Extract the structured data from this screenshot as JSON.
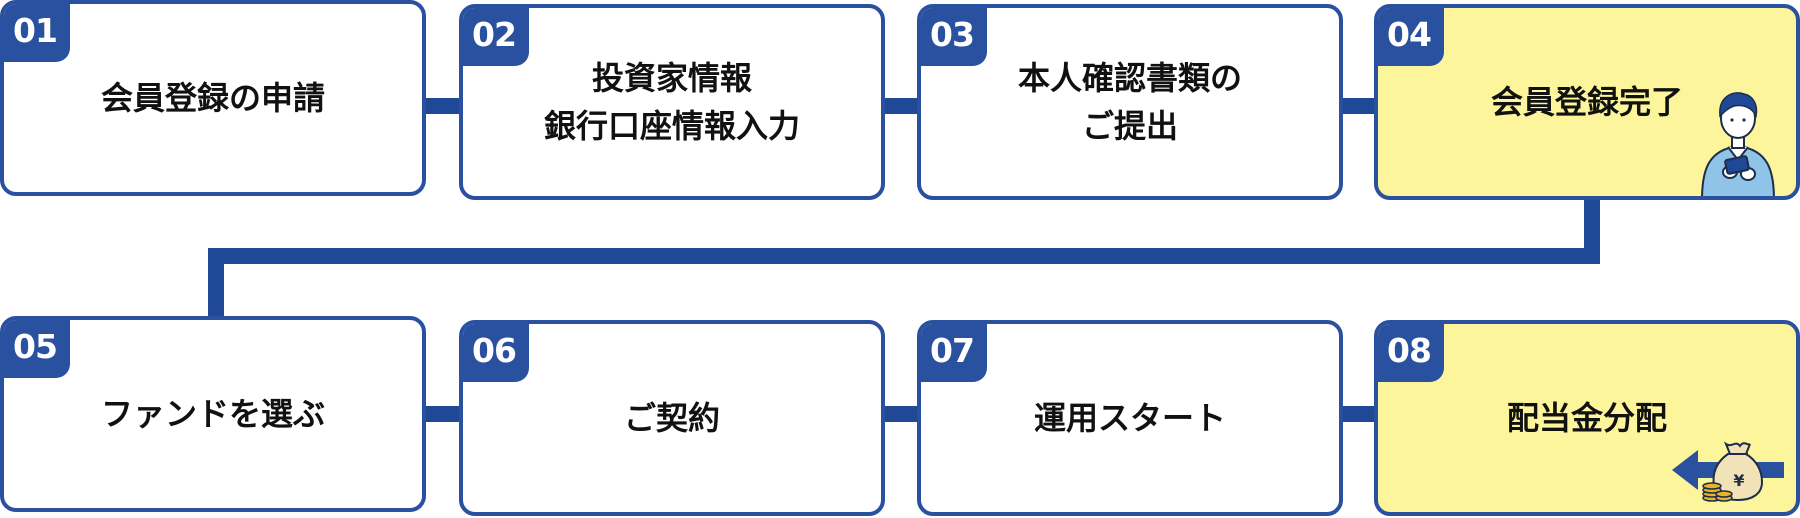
{
  "steps": [
    {
      "number": "01",
      "lines": [
        "会員登録の申請"
      ]
    },
    {
      "number": "02",
      "lines": [
        "投資家情報",
        "銀行口座情報入力"
      ]
    },
    {
      "number": "03",
      "lines": [
        "本人確認書類の",
        "ご提出"
      ]
    },
    {
      "number": "04",
      "lines": [
        "会員登録完了"
      ],
      "illustration": "person-with-smartphone-icon"
    },
    {
      "number": "05",
      "lines": [
        "ファンドを選ぶ"
      ]
    },
    {
      "number": "06",
      "lines": [
        "ご契約"
      ]
    },
    {
      "number": "07",
      "lines": [
        "運用スタート"
      ]
    },
    {
      "number": "08",
      "lines": [
        "配当金分配"
      ],
      "illustration": "money-bag-with-coins-icon",
      "illustration_text": "¥"
    }
  ],
  "highlighted_steps": [
    "04",
    "08"
  ],
  "colors": {
    "box_border": "#2a50a0",
    "badge_background": "#2a50a0",
    "connector": "#1f4896",
    "highlight_background": "#fcf59c",
    "text": "#111111",
    "badge_text": "#ffffff"
  }
}
